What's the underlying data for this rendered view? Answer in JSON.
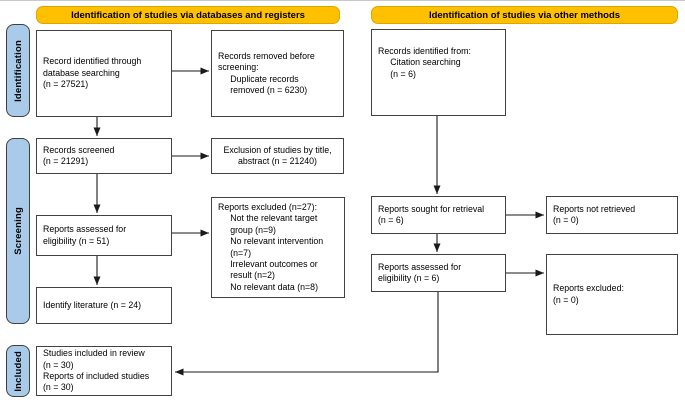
{
  "figure": {
    "headers": {
      "databases": "Identification of studies via databases and registers",
      "other": "Identification of studies via other methods"
    },
    "stages": {
      "identification": "Identification",
      "screening": "Screening",
      "included": "Included"
    },
    "boxes": {
      "records_identified_db": "Record identified through\ndatabase searching\n(n = 27521)",
      "records_removed": "Records removed before\nscreening:\n     Duplicate records\n     removed (n = 6230)",
      "records_screened": "Records screened\n(n = 21291)",
      "excluded_title_abstract": "Exclusion of studies by title,\nabstract (n = 21240)",
      "reports_assessed_db": "Reports assessed for\neligibility (n = 51)",
      "reports_excluded_reasons": "Reports excluded (n=27):\n     Not the relevant target\n     group (n=9)\n     No relevant intervention\n     (n=7)\n     Irrelevant outcomes or\n     result (n=2)\n     No relevant data (n=8)",
      "identify_literature": "Identify literature (n = 24)",
      "studies_included": "Studies included in review\n(n = 30)\nReports of included studies\n(n = 30)",
      "records_identified_other": "Records identified from:\n     Citation searching\n     (n = 6)",
      "reports_sought": "Reports sought for retrieval\n(n = 6)",
      "reports_not_retrieved": "Reports not retrieved\n(n = 0)",
      "reports_assessed_other": "Reports assessed for\neligibility (n = 6)",
      "reports_excluded_other": "Reports excluded:\n(n = 0)"
    },
    "colors": {
      "header_bg": "#FFC000",
      "stage_tab_bg": "#A9CBE9",
      "box_border": "#424242",
      "arrow": "#1A1A1A"
    }
  }
}
